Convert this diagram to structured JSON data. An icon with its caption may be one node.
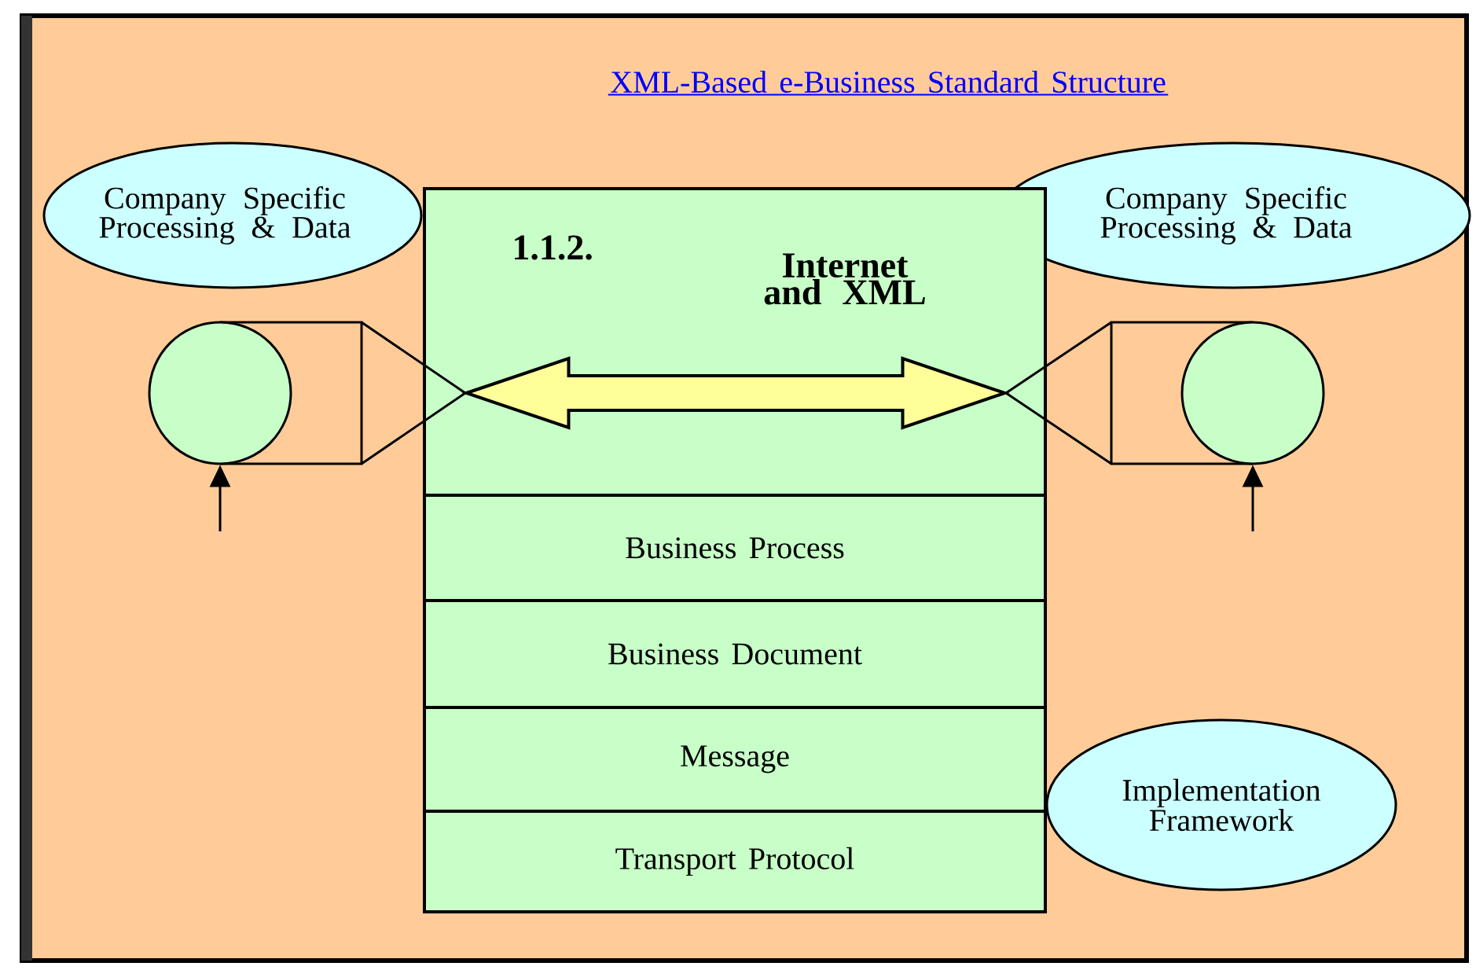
{
  "diagram": {
    "title": "XML-Based e-Business Standard Structure",
    "nodes": [
      {
        "text": [
          "Company Specific Processing & Data"
        ]
      },
      {
        "text": [
          "Company Specific Processing & Data"
        ]
      },
      {
        "text": [
          "1.1.2.",
          "Internet and XML"
        ]
      },
      {
        "text": [],
        "shape": "circle"
      },
      {
        "text": [],
        "shape": "circle"
      },
      {
        "text": [
          "Business Process"
        ]
      },
      {
        "text": [
          "Business Document"
        ]
      },
      {
        "text": [
          "Message"
        ]
      },
      {
        "text": [
          "Transport Protocol"
        ]
      },
      {
        "text": [
          "Implementation Framework"
        ]
      }
    ],
    "edges": [
      {
        "from": 3,
        "to": 4,
        "arrow": "both"
      },
      {
        "from": null,
        "to": 3,
        "arrow": "to"
      },
      {
        "from": null,
        "to": 4,
        "arrow": "to"
      }
    ]
  }
}
